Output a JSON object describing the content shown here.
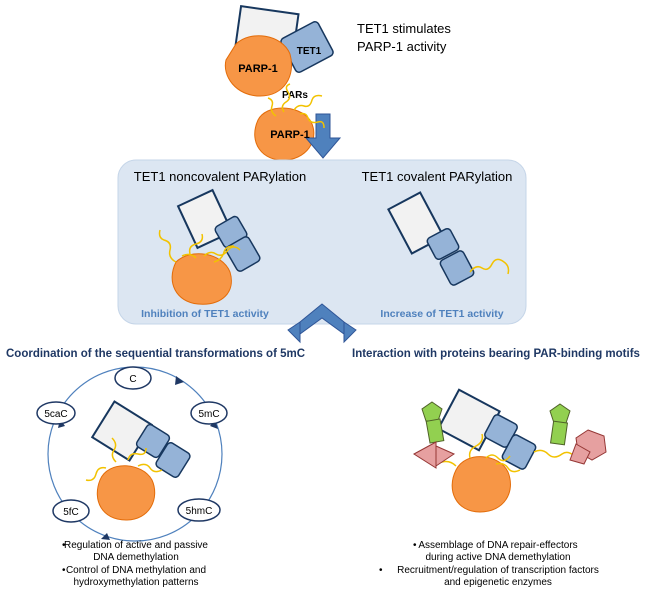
{
  "top": {
    "title_line1": "TET1 stimulates",
    "title_line2": "PARP-1 activity",
    "parp_label": "PARP-1",
    "tet_label": "TET1",
    "pars_label": "PARs",
    "parp_label2": "PARP-1"
  },
  "panel": {
    "left_title": "TET1 noncovalent PARylation",
    "right_title": "TET1 covalent PARylation",
    "left_caption": "Inhibition of TET1 activity",
    "right_caption": "Increase of TET1 activity"
  },
  "left_section": {
    "heading": "Coordination of the sequential transformations  of 5mC",
    "cycle_nodes": [
      "C",
      "5mC",
      "5hmC",
      "5fC",
      "5caC"
    ],
    "bullets": [
      [
        "Regulation of active and passive",
        "DNA demethylation"
      ],
      [
        "Control of DNA methylation and",
        "hydroxymethylation patterns"
      ]
    ]
  },
  "right_section": {
    "heading": "Interaction with proteins bearing PAR-binding motifs",
    "bullets": [
      [
        "Assemblage of DNA repair-effectors",
        "during active DNA demethylation"
      ],
      [
        "Recruitment/regulation  of transcription factors",
        "and epigenetic enzymes"
      ]
    ]
  },
  "colors": {
    "parp_orange": "#f79646",
    "tet_blue": "#95b3d7",
    "tet_gray": "#f2f2f2",
    "outline_navy": "#17375e",
    "panel_bg": "#dce6f2",
    "par_yellow": "#f2c200",
    "heading_navy": "#1f3864",
    "caption_blue": "#4f81bd",
    "effector_green": "#92d050",
    "effector_red": "#e6a0a0"
  }
}
